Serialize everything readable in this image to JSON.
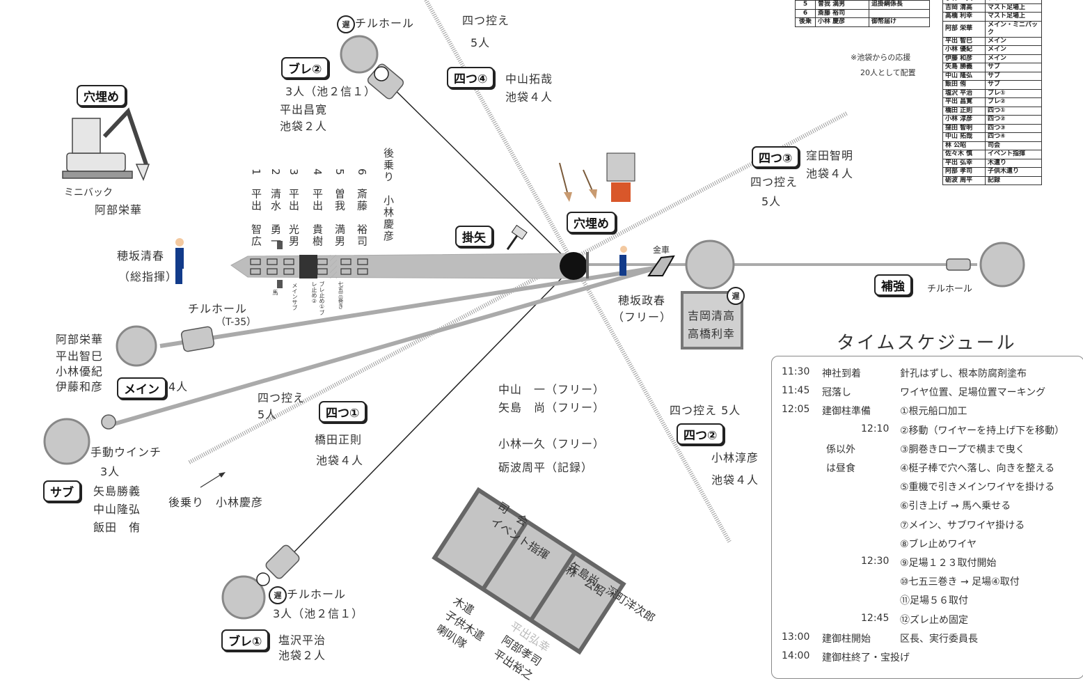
{
  "header_table": [
    {
      "num": "5",
      "name": "曽我 満男",
      "role": "追掛綱係長"
    },
    {
      "num": "6",
      "name": "斎藤 裕司",
      "role": ""
    },
    {
      "num": "後乗",
      "name": "小林 慶彦",
      "role": "御幣届け"
    }
  ],
  "support_note": [
    "※池袋からの応援",
    "20人として配置"
  ],
  "roster": [
    [
      "小林 一久",
      "フリー"
    ],
    [
      "吉岡 清高",
      "マスト足場上"
    ],
    [
      "高橋 利幸",
      "マスト足場上"
    ],
    [
      "阿部 栄華",
      "メイン・ミニバック"
    ],
    [
      "平出 智巳",
      "メイン"
    ],
    [
      "小林 優紀",
      "メイン"
    ],
    [
      "伊藤 和彦",
      "メイン"
    ],
    [
      "矢島 勝義",
      "サブ"
    ],
    [
      "中山 隆弘",
      "サブ"
    ],
    [
      "飯田 侑",
      "サブ"
    ],
    [
      "塩沢 平治",
      "ブレ①"
    ],
    [
      "平出 昌寛",
      "ブレ②"
    ],
    [
      "橋田 正則",
      "四つ①"
    ],
    [
      "小林 淳彦",
      "四つ②"
    ],
    [
      "窪田 智明",
      "四つ③"
    ],
    [
      "中山 拓哉",
      "四つ④"
    ],
    [
      "林 公昭",
      "司会"
    ],
    [
      "佐々木 慎",
      "イベント指揮"
    ],
    [
      "平出 弘幸",
      "木遣り"
    ],
    [
      "阿部 孝司",
      "子供木遣り"
    ],
    [
      "砺波 周平",
      "記録"
    ]
  ],
  "labels": {
    "chiru_top": "チルホール",
    "yotsu_top_title": "四つ控え",
    "yotsu_top_count": "5人",
    "yotsu4_tag": "四つ④",
    "yotsu4_names": [
      "中山拓哉",
      "池袋４人"
    ],
    "bure2_tag": "ブレ②",
    "bure2_lines": [
      "3人（池２信１）",
      "平出昌寛",
      "池袋２人"
    ],
    "anaume1_tag": "穴埋め",
    "minibak": "ミニバック",
    "abe_eika": "阿部栄華",
    "hosaka_kiyo": "穂坂清春",
    "sou_shiki": "（総指揮）",
    "chiru_t35": "チルホール",
    "t35": "（T-35）",
    "main_names": [
      "阿部栄華",
      "平出智巳",
      "小林優紀",
      "伊藤和彦"
    ],
    "main_tag": "メイン",
    "main_count": "4人",
    "yotsu_left_title": "四つ控え",
    "yotsu_left_count": "5人",
    "yotsu1_tag": "四つ①",
    "yotsu1_names": [
      "橋田正則",
      "池袋４人"
    ],
    "winch": "手動ウインチ",
    "winch_count": "3人",
    "sub_tag": "サブ",
    "sub_names": [
      "矢島勝義",
      "中山隆弘",
      "飯田　侑"
    ],
    "atonori": "後乗り　小林慶彦",
    "kakeya_tag": "掛矢",
    "anaume2_tag": "穴埋め",
    "yotsu3_tag": "四つ③",
    "yotsu3_names": [
      "窪田智明",
      "池袋４人"
    ],
    "yotsu_right_title": "四つ控え",
    "yotsu_right_count": "5人",
    "kinsha": "金車",
    "hosaka_masa": "穂坂政春",
    "free": "（フリー）",
    "mast_names": [
      "吉岡清高",
      "高橋利幸"
    ],
    "hokyo_tag": "補強",
    "chiru_right": "チルホール",
    "free_list": [
      "中山　一（フリー）",
      "矢島　尚（フリー）",
      "小林一久（フリー）",
      "砺波周平（記録）"
    ],
    "yotsu2_title": "四つ控え 5人",
    "yotsu2_tag": "四つ②",
    "yotsu2_names": [
      "小林淳彦",
      "池袋４人"
    ],
    "chiru_bottom": "チルホール",
    "bure1_count": "3人（池２信１）",
    "bure1_tag": "ブレ①",
    "bure1_names": [
      "塩沢平治",
      "池袋２人"
    ],
    "stage_top": [
      "司　会",
      "イベント指揮　　林　公昭",
      "矢島尚、深町洋次郎"
    ],
    "stage_bottom_left": [
      "木遣",
      "子供木遣",
      "喇叭隊"
    ],
    "stage_bottom_right": [
      "平出弘幸",
      "阿部孝司",
      "平出裕之"
    ],
    "badge": "遅"
  },
  "pole_columns": [
    {
      "num": "1",
      "name": "平出　智広"
    },
    {
      "num": "2",
      "name": "清水　勇一"
    },
    {
      "num": "3",
      "name": "平出　光男"
    },
    {
      "num": "4",
      "name": "平出　貴樹"
    },
    {
      "num": "5",
      "name": "曽我　満男"
    },
    {
      "num": "6",
      "name": "斎藤　裕司"
    },
    {
      "num": "",
      "name": "後乗り　小林慶彦"
    }
  ],
  "pole_small": [
    "馬",
    "メインサブ",
    "ブレ止め①ブレ止め②",
    "七五三巻き"
  ],
  "schedule": {
    "title": "タイムスケジュール",
    "rows": [
      {
        "time": "11:30",
        "label": "神社到着",
        "desc": "針孔はずし、根本防腐剤塗布"
      },
      {
        "time": "11:45",
        "label": "冠落し",
        "desc": "ワイヤ位置、足場位置マーキング"
      },
      {
        "time": "12:05",
        "label": "建御柱準備",
        "desc": "①根元船口加工"
      },
      {
        "time": "12:10",
        "label": "",
        "desc": "②移動（ワイヤーを持上げ下を移動）"
      },
      {
        "time": "",
        "label": "係以外",
        "desc": "③胴巻きロープで横まで曳く"
      },
      {
        "time": "",
        "label": "は昼食",
        "desc": "④梃子棒で穴へ落し、向きを整える"
      },
      {
        "time": "",
        "label": "",
        "desc": "⑤重機で引きメインワイヤを掛ける"
      },
      {
        "time": "",
        "label": "",
        "desc": "⑥引き上げ → 馬へ乗せる"
      },
      {
        "time": "",
        "label": "",
        "desc": "⑦メイン、サブワイヤ掛ける"
      },
      {
        "time": "",
        "label": "",
        "desc": "⑧ブレ止めワイヤ"
      },
      {
        "time": "12:30",
        "label": "",
        "desc": "⑨足場１２３取付開始"
      },
      {
        "time": "",
        "label": "",
        "desc": "⑩七五三巻き → 足場④取付"
      },
      {
        "time": "",
        "label": "",
        "desc": "⑪足場５６取付"
      },
      {
        "time": "12:45",
        "label": "",
        "desc": "⑫ズレ止め固定"
      },
      {
        "time": "13:00",
        "label": "建御柱開始",
        "desc": "区長、実行委員長"
      },
      {
        "time": "14:00",
        "label": "建御柱終了・宝投げ",
        "desc": ""
      }
    ]
  },
  "colors": {
    "pole": "#bdbdbd",
    "wire": "#aaaaaa",
    "anchor": "#c8c8c8",
    "stage": "#666666",
    "text": "#333333"
  }
}
